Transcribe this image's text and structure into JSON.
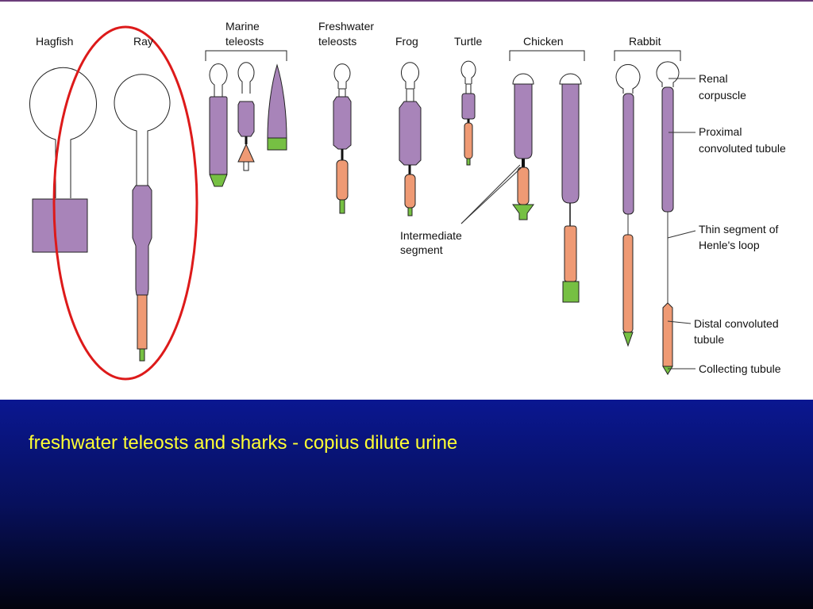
{
  "colors": {
    "proximal": "#a884b9",
    "distal": "#ef9a74",
    "collecting": "#76c043",
    "highlight": "#dd1a1a",
    "caption": "#ffff33",
    "panel_top": "#0a1791",
    "panel_bottom": "#02030e"
  },
  "species": {
    "hagfish": "Hagfish",
    "ray": "Ray",
    "marine_1": "Marine",
    "marine_2": "teleosts",
    "freshwater_1": "Freshwater",
    "freshwater_2": "teleosts",
    "frog": "Frog",
    "turtle": "Turtle",
    "chicken": "Chicken",
    "rabbit": "Rabbit"
  },
  "labels": {
    "renal_1": "Renal",
    "renal_2": "corpuscle",
    "proximal_1": "Proximal",
    "proximal_2": "convoluted tubule",
    "thin_1": "Thin segment of",
    "thin_2": "Henle's loop",
    "distal_1": "Distal convoluted",
    "distal_2": "tubule",
    "collecting": "Collecting tubule",
    "intermediate_1": "Intermediate",
    "intermediate_2": "segment"
  },
  "caption": "freshwater teleosts and sharks - copius dilute urine"
}
